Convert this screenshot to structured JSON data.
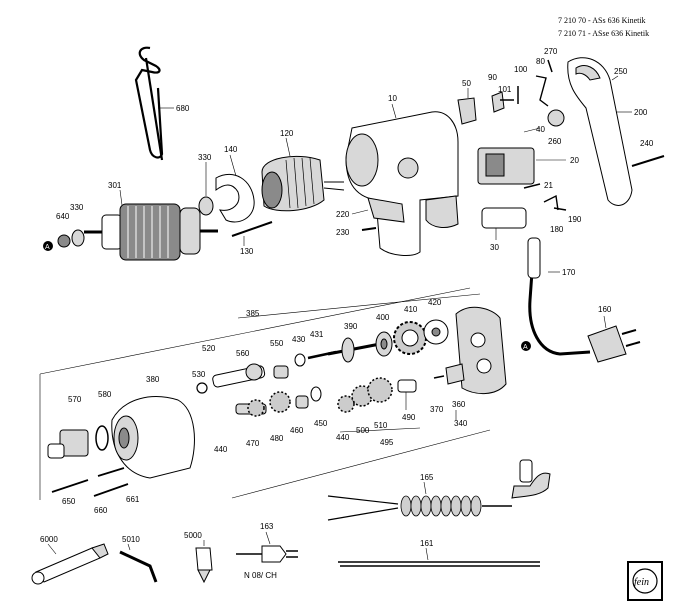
{
  "header": {
    "line1": "7 210 70 - ASs   636 Kinetik",
    "line2": "7 210 71 - ASse 636 Kinetik"
  },
  "plug_label": "N 08/ CH",
  "connector_mark": "A",
  "logo_text": "fein",
  "part_numbers": {
    "p680": "680",
    "p10": "10",
    "p120": "120",
    "p140": "140",
    "p330a": "330",
    "p301": "301",
    "p640": "640",
    "p330b": "330",
    "p130": "130",
    "p220": "220",
    "p230": "230",
    "p50": "50",
    "p90": "90",
    "p100": "100",
    "p101": "101",
    "p80": "80",
    "p270": "270",
    "p250": "250",
    "p200": "200",
    "p40": "40",
    "p260": "260",
    "p240": "240",
    "p20": "20",
    "p21": "21",
    "p30": "30",
    "p190": "190",
    "p180": "180",
    "p170": "170",
    "p160": "160",
    "p385": "385",
    "p520": "520",
    "p560": "560",
    "p550": "550",
    "p430": "430",
    "p431": "431",
    "p390": "390",
    "p400": "400",
    "p410": "410",
    "p420": "420",
    "p530": "530",
    "p380": "380",
    "p570": "570",
    "p580": "580",
    "p440a": "440",
    "p470": "470",
    "p480": "480",
    "p460": "460",
    "p450": "450",
    "p440b": "440",
    "p500": "500",
    "p510": "510",
    "p490": "490",
    "p495": "495",
    "p370": "370",
    "p360": "360",
    "p340": "340",
    "p650": "650",
    "p660": "660",
    "p661": "661",
    "p165": "165",
    "p163": "163",
    "p6000": "6000",
    "p5010": "5010",
    "p5000": "5000",
    "p161": "161"
  }
}
